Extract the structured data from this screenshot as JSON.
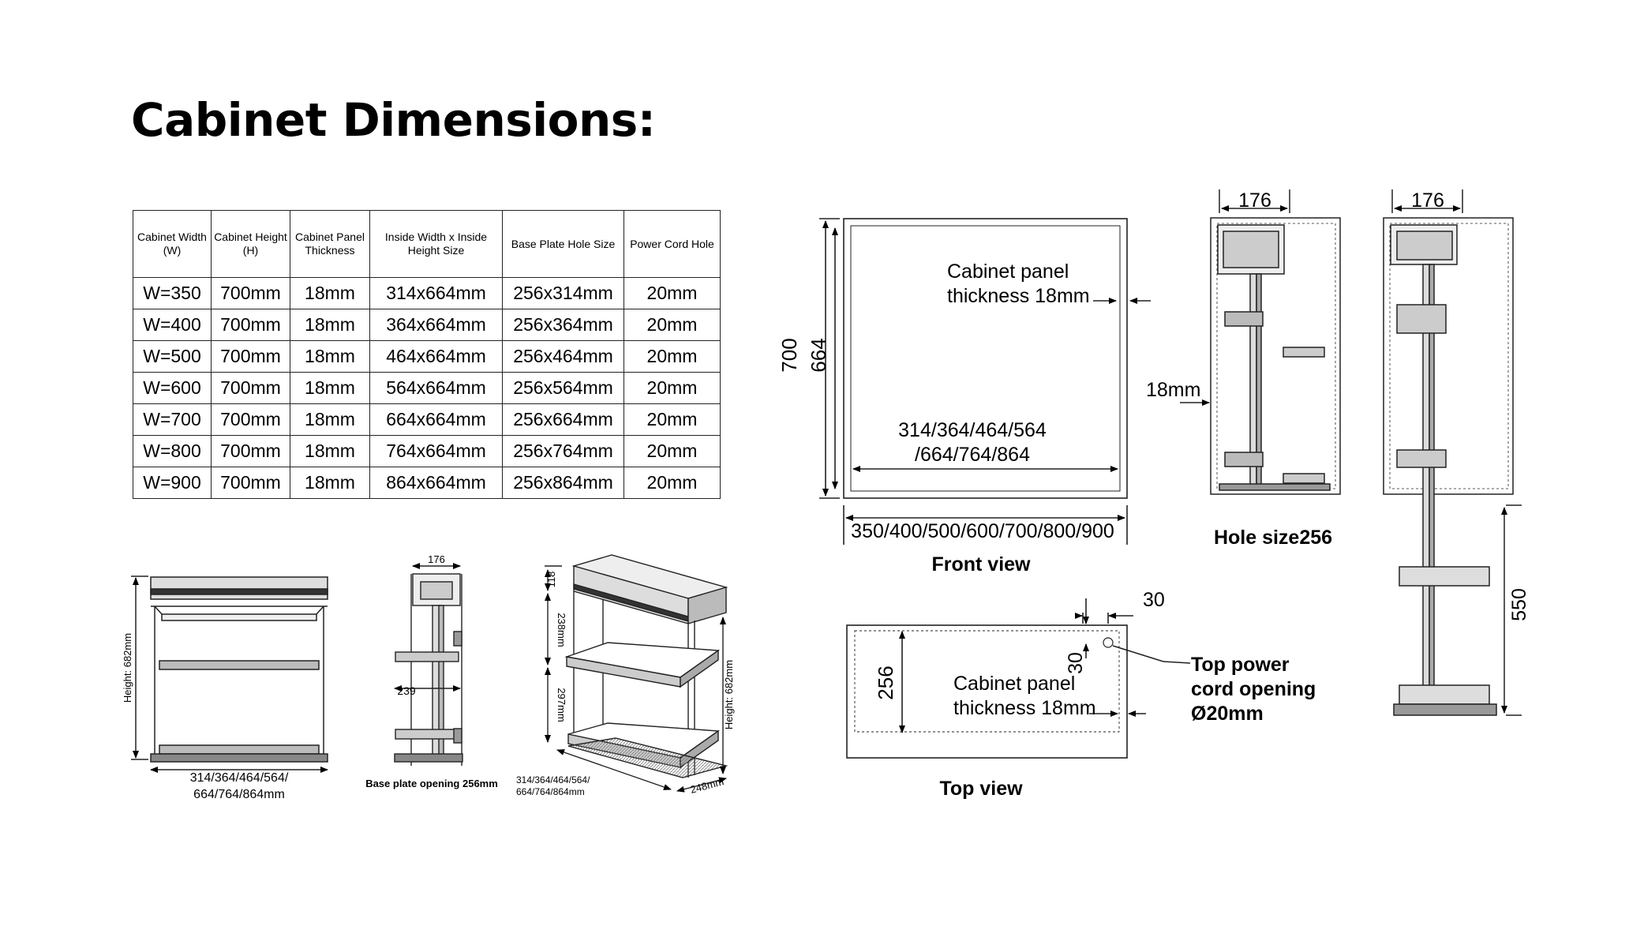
{
  "title": "Cabinet Dimensions:",
  "table": {
    "headers": [
      {
        "line1": "Cabinet Width",
        "line2": "(W)"
      },
      {
        "line1": "Cabinet Height",
        "line2": "(H)"
      },
      {
        "line1": "Cabinet Panel",
        "line2": "Thickness"
      },
      {
        "line1": "Inside Width x Inside",
        "line2": "Height Size"
      },
      {
        "line1": "Base Plate Hole Size",
        "line2": ""
      },
      {
        "line1": "Power Cord Hole",
        "line2": ""
      }
    ],
    "rows": [
      [
        "W=350",
        "700mm",
        "18mm",
        "314x664mm",
        "256x314mm",
        "20mm"
      ],
      [
        "W=400",
        "700mm",
        "18mm",
        "364x664mm",
        "256x364mm",
        "20mm"
      ],
      [
        "W=500",
        "700mm",
        "18mm",
        "464x664mm",
        "256x464mm",
        "20mm"
      ],
      [
        "W=600",
        "700mm",
        "18mm",
        "564x664mm",
        "256x564mm",
        "20mm"
      ],
      [
        "W=700",
        "700mm",
        "18mm",
        "664x664mm",
        "256x664mm",
        "20mm"
      ],
      [
        "W=800",
        "700mm",
        "18mm",
        "764x664mm",
        "256x764mm",
        "20mm"
      ],
      [
        "W=900",
        "700mm",
        "18mm",
        "864x664mm",
        "256x864mm",
        "20mm"
      ]
    ]
  },
  "small_drawings": {
    "front_height": "Height: 682mm",
    "front_width_line1": "314/364/464/564/",
    "front_width_line2": "664/764/864mm",
    "side_width": "176",
    "side_depth": "239",
    "side_caption": "Base plate opening 256mm",
    "iso_dim_top": "118",
    "iso_dim_mid": "238mm",
    "iso_dim_low": "297mm",
    "iso_height": "Height: 682mm",
    "iso_width_line1": "314/364/464/564/",
    "iso_width_line2": "664/764/864mm",
    "iso_depth": "248mm"
  },
  "front_view": {
    "caption": "Front view",
    "outer_height": "700",
    "inner_height": "664",
    "panel_line1": "Cabinet panel",
    "panel_line2": "thickness 18mm",
    "inner_width_line1": "314/364/464/564",
    "inner_width_line2": "/664/764/864",
    "outer_width": "350/400/500/600/700/800/900"
  },
  "side_view_1": {
    "caption": "Hole size256",
    "top_width": "176",
    "panel": "18mm"
  },
  "side_view_2": {
    "top_width": "176",
    "height": "550"
  },
  "top_view": {
    "caption": "Top view",
    "offset_x": "30",
    "offset_y": "30",
    "depth": "256",
    "panel_line1": "Cabinet panel",
    "panel_line2": "thickness 18mm",
    "cord_line1": "Top power",
    "cord_line2": "cord opening",
    "cord_line3": "Ø20mm"
  }
}
